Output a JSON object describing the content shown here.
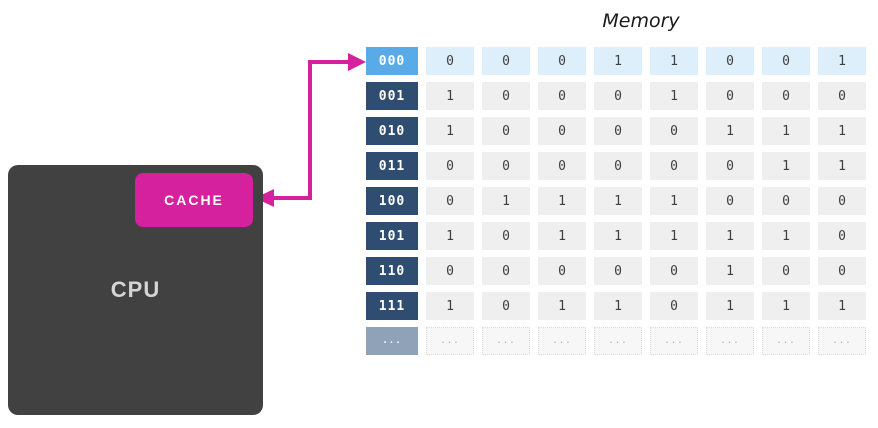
{
  "title": "Memory",
  "cpu": {
    "label": "CPU"
  },
  "cache": {
    "label": "CACHE"
  },
  "memory": {
    "rows": [
      {
        "address": "000",
        "bits": [
          "0",
          "0",
          "0",
          "1",
          "1",
          "0",
          "0",
          "1"
        ],
        "highlighted": true
      },
      {
        "address": "001",
        "bits": [
          "1",
          "0",
          "0",
          "0",
          "1",
          "0",
          "0",
          "0"
        ]
      },
      {
        "address": "010",
        "bits": [
          "1",
          "0",
          "0",
          "0",
          "0",
          "1",
          "1",
          "1"
        ]
      },
      {
        "address": "011",
        "bits": [
          "0",
          "0",
          "0",
          "0",
          "0",
          "0",
          "1",
          "1"
        ]
      },
      {
        "address": "100",
        "bits": [
          "0",
          "1",
          "1",
          "1",
          "1",
          "0",
          "0",
          "0"
        ]
      },
      {
        "address": "101",
        "bits": [
          "1",
          "0",
          "1",
          "1",
          "1",
          "1",
          "1",
          "0"
        ]
      },
      {
        "address": "110",
        "bits": [
          "0",
          "0",
          "0",
          "0",
          "0",
          "1",
          "0",
          "0"
        ]
      },
      {
        "address": "111",
        "bits": [
          "1",
          "0",
          "1",
          "1",
          "0",
          "1",
          "1",
          "1"
        ]
      },
      {
        "address": "...",
        "bits": [
          "...",
          "...",
          "...",
          "...",
          "...",
          "...",
          "...",
          "..."
        ],
        "ellipsis": true
      }
    ]
  },
  "arrow": {
    "connects": "cache-to-memory-row-000",
    "double_headed": true
  },
  "colors": {
    "accent": "#D6219E",
    "cpu-bg": "#414141",
    "cpu-text": "#D5D5D5",
    "title-text": "#1A1A1A",
    "addr-bg": "#2F4D71",
    "addr-highlight-bg": "#59ABE8",
    "cell-bg": "#EFEFEF",
    "cell-highlight-bg": "#DEEFFC",
    "cell-text": "#3F3F3F",
    "ellipsis-addr-bg": "#8FA2B8",
    "ellipsis-cell-bg": "#F7F7F7",
    "ellipsis-border": "#DCDCDC",
    "ellipsis-text": "#B0B0B0"
  }
}
